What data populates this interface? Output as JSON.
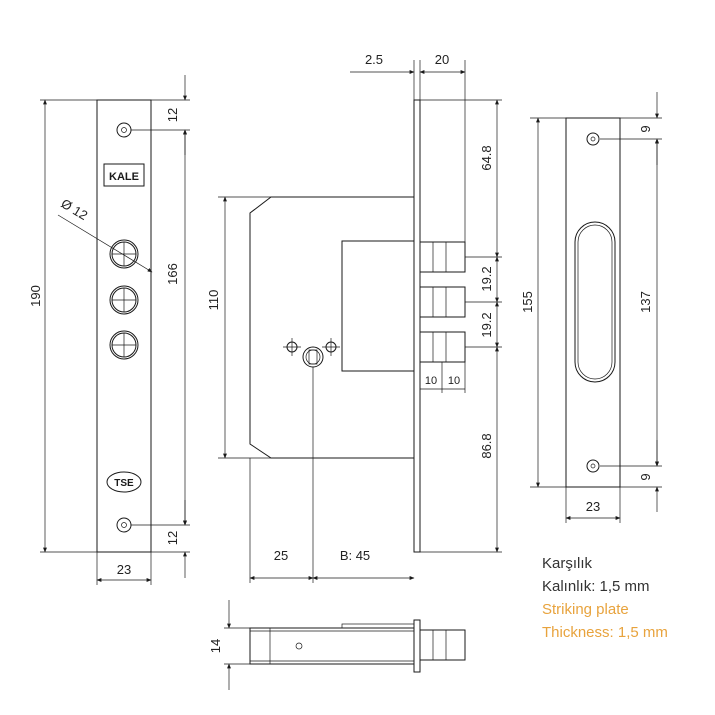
{
  "colors": {
    "line": "#1a1a1a",
    "text": "#333333",
    "accent": "#e8a33d"
  },
  "faceplate": {
    "logo": "KALE",
    "cert_mark": "TSE",
    "dims": {
      "height": "190",
      "width": "23",
      "top_hole": "12",
      "bottom_hole": "12",
      "hole_span": "166",
      "cylinder_hole_dia": "Ø 12"
    }
  },
  "lock_body": {
    "dims": {
      "plate_gap": "2.5",
      "bolt_throw": "20",
      "top_to_bolt": "64.8",
      "bolt_pitch_1": "19.2",
      "bolt_pitch_2": "19.2",
      "bolt_to_bottom": "86.8",
      "body_height": "110",
      "bolt_width_a": "10",
      "bolt_width_b": "10",
      "spindle_offset": "25",
      "backset": "B: 45"
    }
  },
  "bottom_view": {
    "dims": {
      "thickness": "14"
    }
  },
  "striking_plate": {
    "dims": {
      "height": "155",
      "width": "23",
      "top_hole": "9",
      "bottom_hole": "9",
      "hole_span": "137"
    }
  },
  "notes": {
    "tr_title": "Karşılık",
    "tr_thickness": "Kalınlık: 1,5 mm",
    "en_title": "Striking plate",
    "en_thickness": "Thickness: 1,5 mm"
  }
}
